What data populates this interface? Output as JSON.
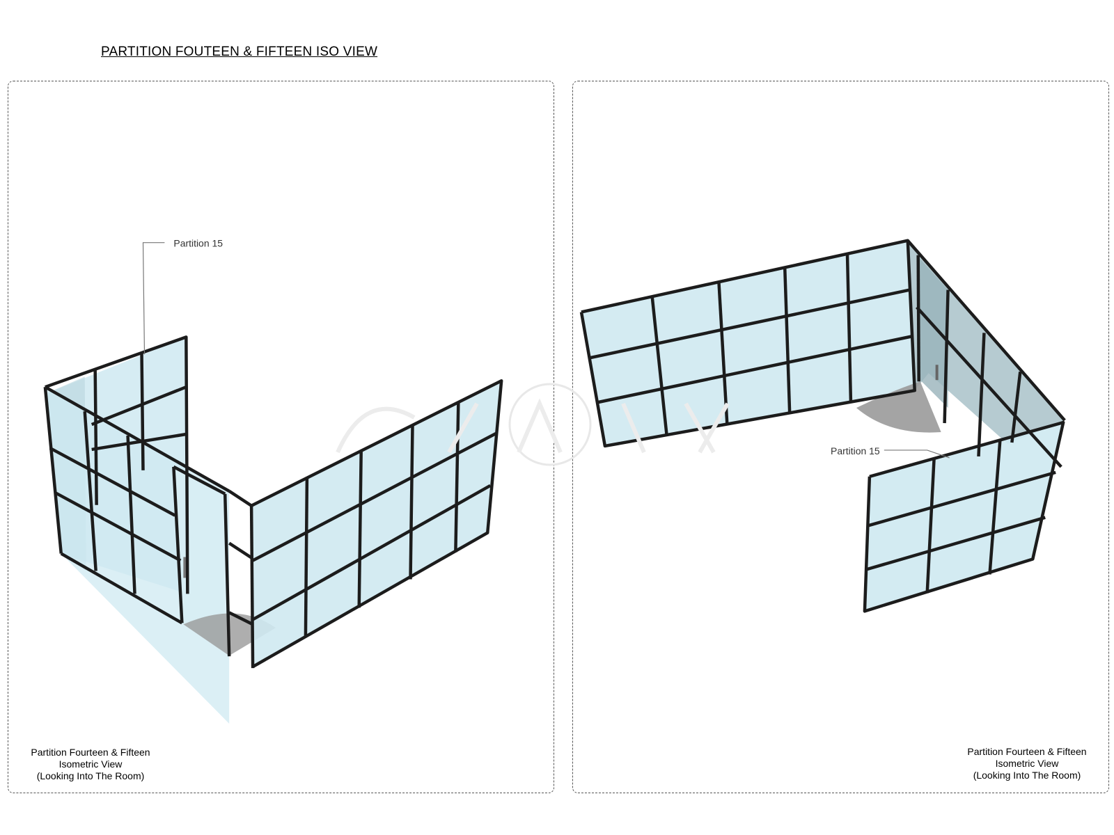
{
  "sheet": {
    "title": "PARTITION FOUTEEN & FIFTEEN ISO VIEW"
  },
  "panels": [
    {
      "callout": "Partition 15",
      "caption": [
        "Partition Fourteen & Fifteen",
        "Isometric View",
        "(Looking Into The Room)"
      ]
    },
    {
      "callout": "Partition 15",
      "caption": [
        "Partition Fourteen & Fifteen",
        "Isometric View",
        "(Looking Into The Room)"
      ]
    }
  ],
  "colors": {
    "glass": "#cfe9f1",
    "glass_dark": "#a9c2c9",
    "frame": "#1c1c1c",
    "door_swing": "#9a9a9a",
    "border": "#555555"
  }
}
